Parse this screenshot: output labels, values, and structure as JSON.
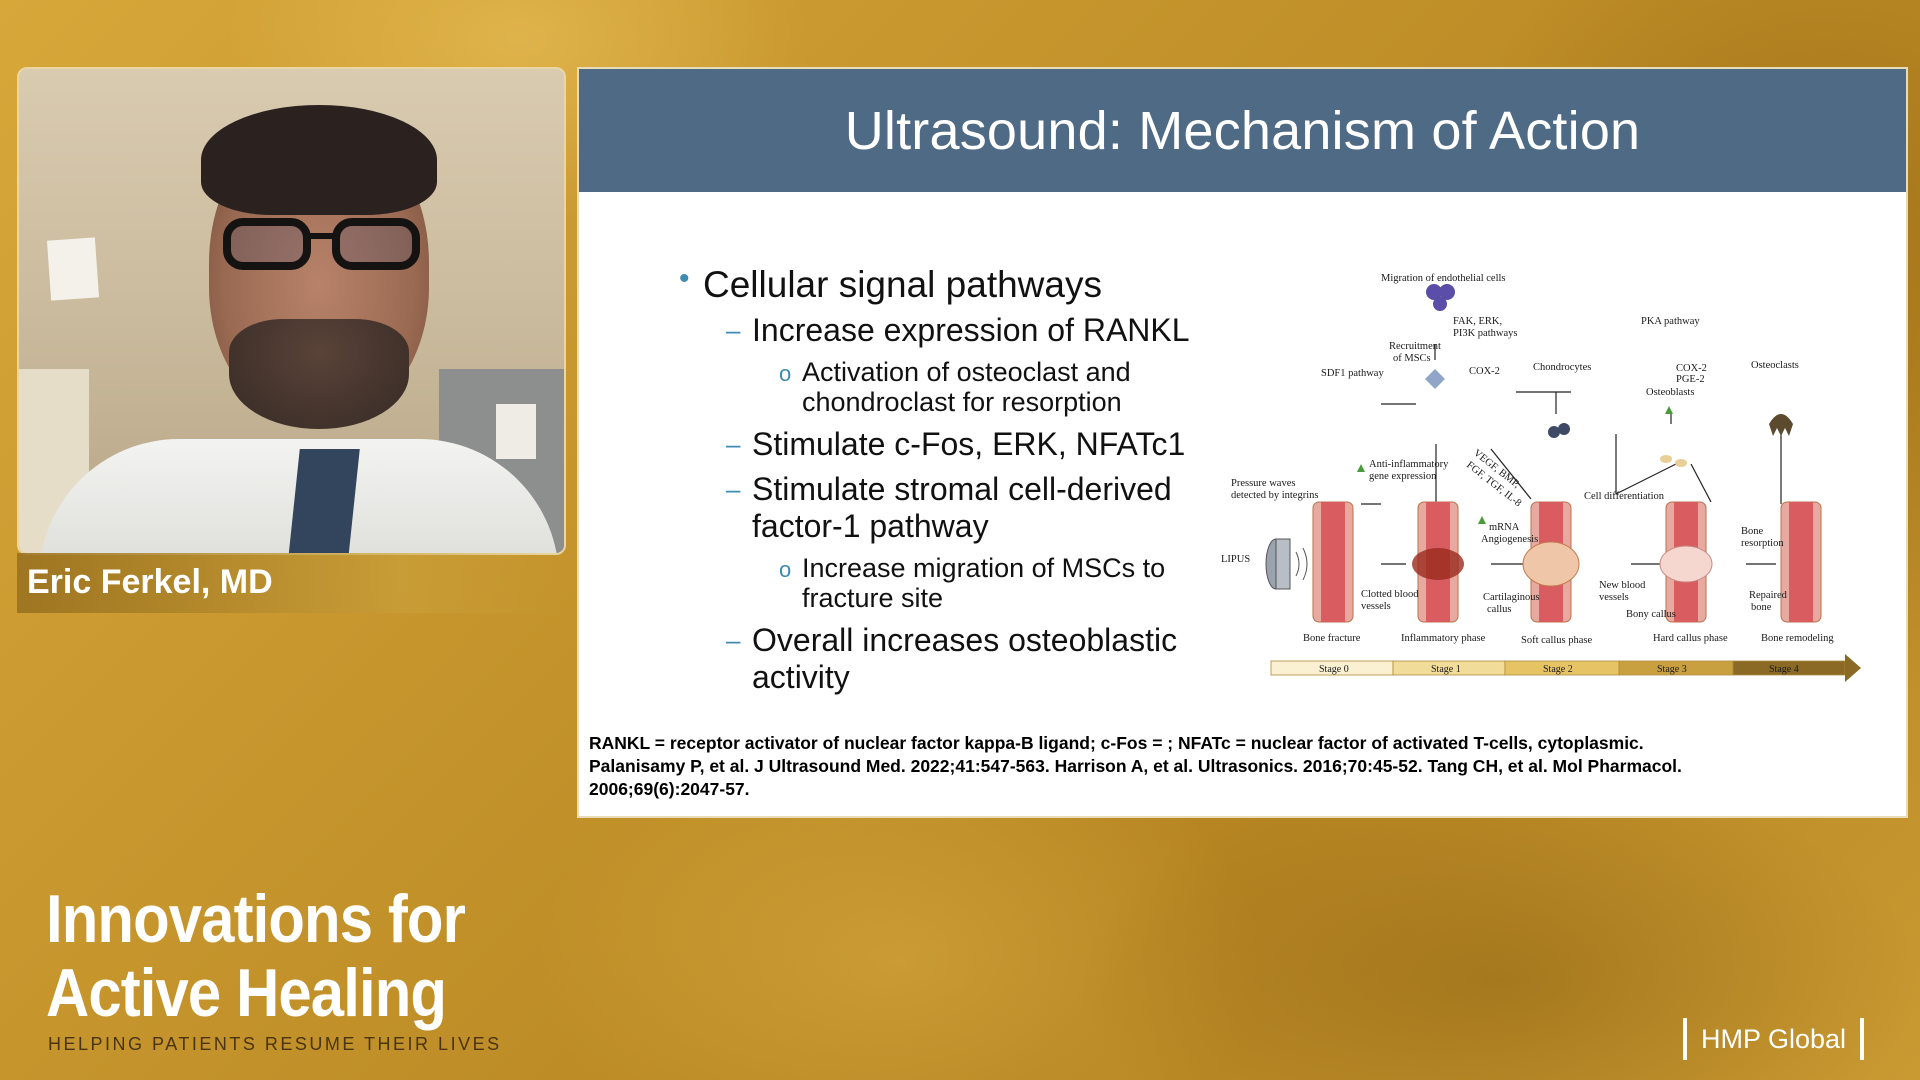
{
  "speaker": {
    "name": "Eric Ferkel, MD"
  },
  "slide": {
    "title": "Ultrasound: Mechanism of Action",
    "bullets": {
      "b1": "Cellular signal pathways",
      "b2a": "Increase expression of RANKL",
      "b3a": "Activation of osteoclast and chondroclast for resorption",
      "b2b": "Stimulate c-Fos, ERK, NFATc1",
      "b2c": "Stimulate stromal cell-derived factor-1 pathway",
      "b3b": "Increase migration of MSCs to fracture site",
      "b2d": "Overall increases osteoblastic activity"
    },
    "diagram": {
      "labels": {
        "migration": "Migration of endothelial cells",
        "fak": "FAK, ERK,",
        "pi3k": "PI3K pathways",
        "pka": "PKA pathway",
        "recruit1": "Recruitment",
        "recruit2": "of MSCs",
        "sdf1": "SDF1 pathway",
        "cox2": "COX-2",
        "chondrocytes": "Chondrocytes",
        "cox2b": "COX-2",
        "pge2": "PGE-2",
        "osteoblasts": "Osteoblasts",
        "osteoclasts": "Osteoclasts",
        "anti1": "Anti-inflammatory",
        "anti2": "gene expression",
        "vegf1": "VEGF, BMP,",
        "vegf2": "FGF, TGF, IL-8",
        "celldiff": "Cell differentiation",
        "pressure1": "Pressure waves",
        "pressure2": "detected by integrins",
        "mrna1": "mRNA",
        "mrna2": "Angiogenesis",
        "boneres1": "Bone",
        "boneres2": "resorption",
        "lipus": "LIPUS",
        "clotted1": "Clotted blood",
        "clotted2": "vessels",
        "cart1": "Cartilaginous",
        "cart2": "callus",
        "newblood1": "New blood",
        "newblood2": "vessels",
        "bonycallus": "Bony callus",
        "repaired1": "Repaired",
        "repaired2": "bone",
        "phase0": "Bone fracture",
        "phase1": "Inflammatory phase",
        "phase2": "Soft callus phase",
        "phase3": "Hard callus phase",
        "phase4": "Bone remodeling"
      },
      "stages": [
        "Stage 0",
        "Stage 1",
        "Stage 2",
        "Stage 3",
        "Stage 4"
      ]
    },
    "footnote": {
      "line1": "RANKL = receptor activator of nuclear factor kappa-B ligand; c-Fos = ; NFATc = nuclear factor of activated T-cells, cytoplasmic.",
      "line2": "Palanisamy P, et al. J Ultrasound Med. 2022;41:547-563. Harrison A, et al. Ultrasonics. 2016;70:45-52. Tang CH, et al. Mol Pharmacol.",
      "line3": "2006;69(6):2047-57."
    }
  },
  "branding": {
    "line1": "Innovations for",
    "line2": "Active Healing",
    "tagline": "HELPING PATIENTS RESUME THEIR LIVES",
    "logo": "HMP Global"
  },
  "colors": {
    "background": "#c89a2c",
    "slide_header": "#4f6a85",
    "bullet_accent": "#3d8bb3"
  }
}
